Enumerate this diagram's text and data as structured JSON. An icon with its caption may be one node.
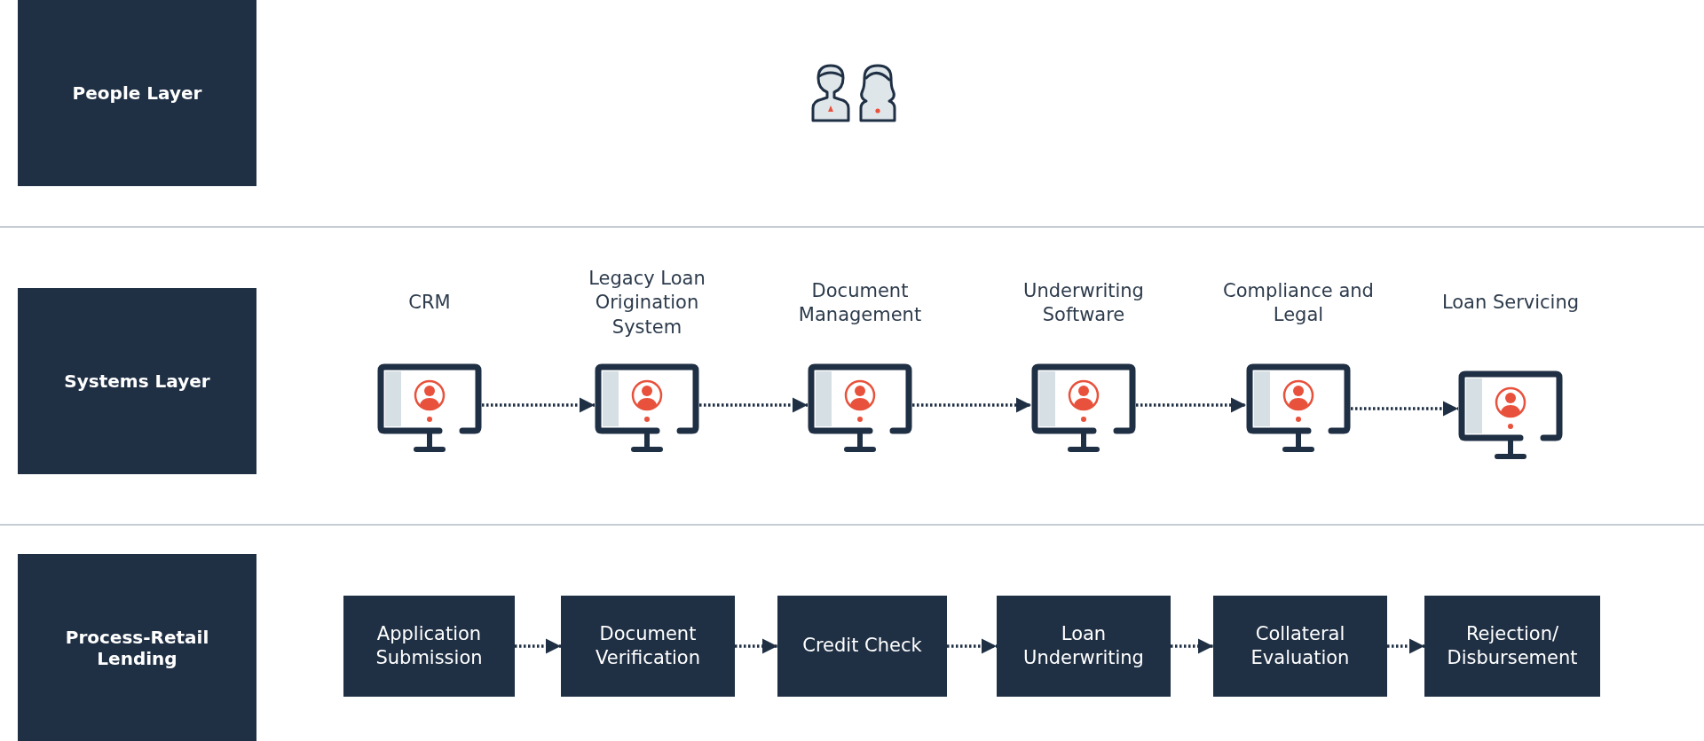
{
  "diagram": {
    "nodes": [
      {
        "text": [
          "People Layer"
        ]
      },
      {
        "text": [
          "Systems Layer"
        ]
      },
      {
        "text": [
          "Process-Retail Lending"
        ]
      },
      {
        "text": [
          "CRM"
        ]
      },
      {
        "text": [
          "Legacy Loan Origination System"
        ]
      },
      {
        "text": [
          "Document Management"
        ]
      },
      {
        "text": [
          "Underwriting Software"
        ]
      },
      {
        "text": [
          "Compliance and Legal"
        ]
      },
      {
        "text": [
          "Loan Servicing"
        ]
      },
      {
        "text": [
          "Application Submission"
        ]
      },
      {
        "text": [
          "Document Verification"
        ]
      },
      {
        "text": [
          "Credit Check"
        ]
      },
      {
        "text": [
          "Loan Underwriting"
        ]
      },
      {
        "text": [
          "Collateral Evaluation"
        ]
      },
      {
        "text": [
          "Rejection/ Disbursement"
        ]
      }
    ],
    "edges": [
      {
        "from": 3,
        "to": 4,
        "arrow": "to"
      },
      {
        "from": 4,
        "to": 5,
        "arrow": "to"
      },
      {
        "from": 5,
        "to": 6,
        "arrow": "to"
      },
      {
        "from": 6,
        "to": 7,
        "arrow": "to"
      },
      {
        "from": 7,
        "to": 8,
        "arrow": "to"
      },
      {
        "from": 9,
        "to": 10,
        "arrow": "to"
      },
      {
        "from": 10,
        "to": 11,
        "arrow": "to"
      },
      {
        "from": 11,
        "to": 12,
        "arrow": "to"
      },
      {
        "from": 12,
        "to": 13,
        "arrow": "to"
      },
      {
        "from": 13,
        "to": 14,
        "arrow": "to"
      }
    ]
  }
}
